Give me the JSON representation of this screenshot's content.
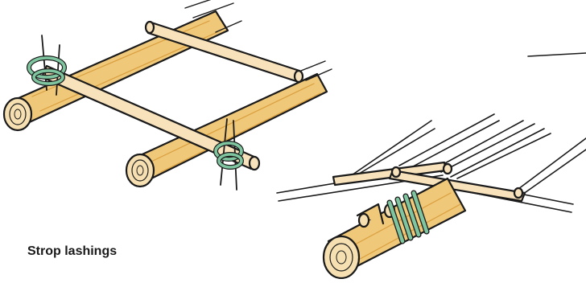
{
  "caption": "Strop lashings",
  "colors": {
    "pole_fill": "#f0c879",
    "pole_shade": "#d99f3f",
    "pole_end": "#f6e0b2",
    "stick_fill": "#f8e2bb",
    "lashing": "#7fc6a0",
    "outline": "#1a1a1a"
  },
  "icons": [
    "pole-illustration",
    "stick-illustration",
    "lashing-illustration"
  ]
}
